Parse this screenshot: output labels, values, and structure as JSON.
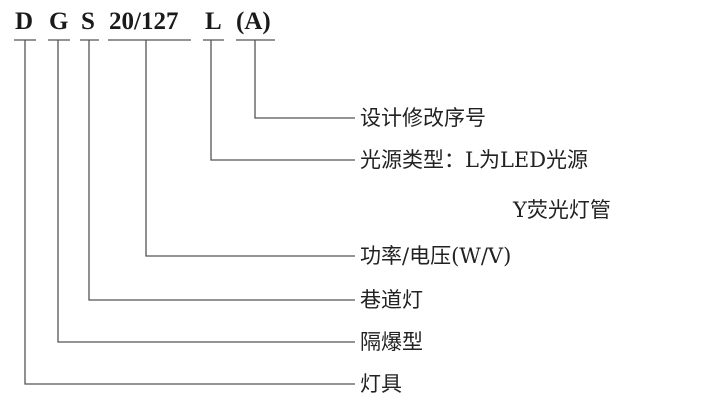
{
  "code": {
    "parts": [
      "D",
      "G",
      "S",
      "20/127",
      "L",
      "(A)"
    ]
  },
  "labels": {
    "revision": "设计修改序号",
    "light_source": "光源类型：L为LED光源",
    "light_source_alt": "Y荧光灯管",
    "power_voltage": "功率/电压(W/V)",
    "tunnel_lamp": "巷道灯",
    "explosion_proof": "隔爆型",
    "lamp": "灯具"
  }
}
